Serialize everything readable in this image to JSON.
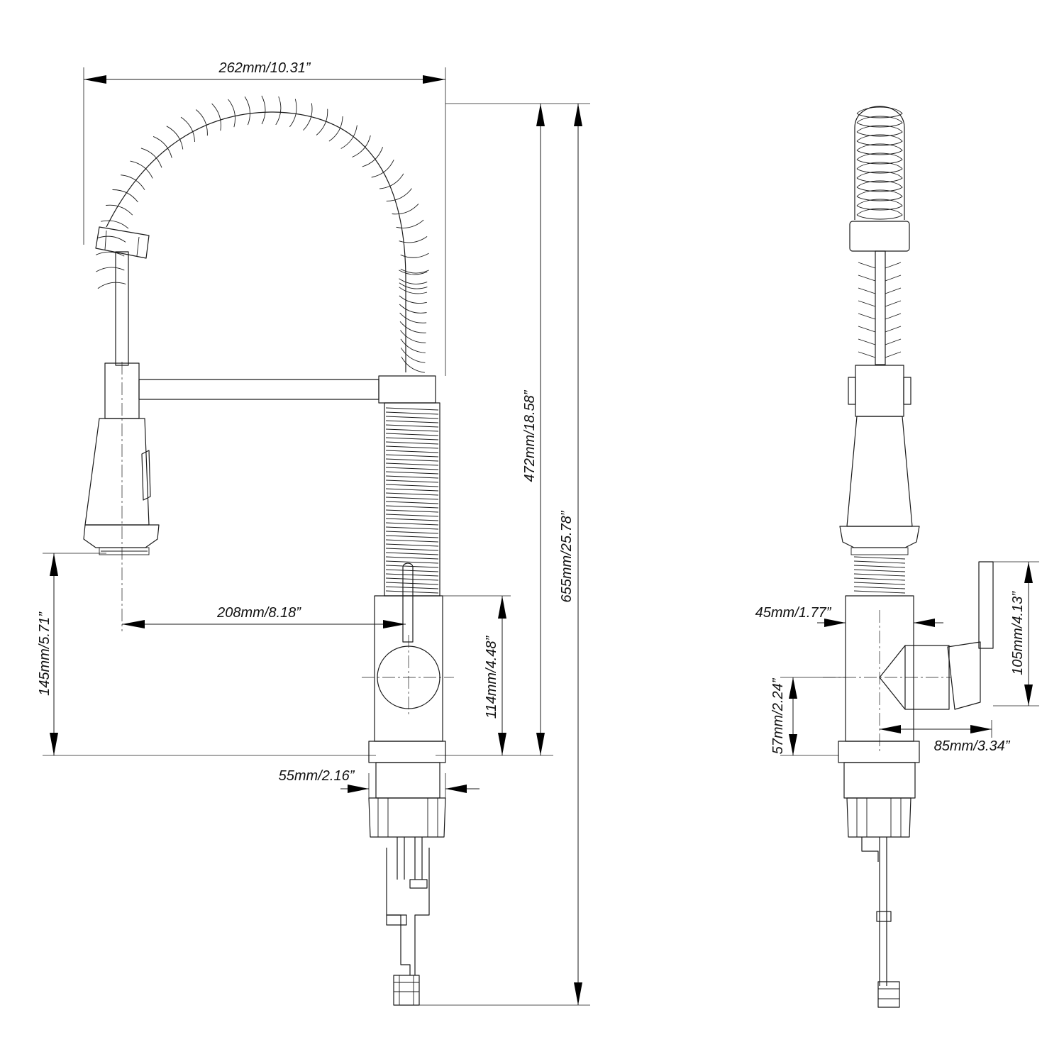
{
  "dimensions": {
    "overall_width": "262mm/10.31”",
    "spout_height": "472mm/18.58”",
    "total_height": "655mm/25.78”",
    "spout_reach": "208mm/8.18”",
    "spray_head_clearance": "145mm/5.71”",
    "body_height": "114mm/4.48”",
    "base_diameter": "55mm/2.16”",
    "body_width": "45mm/1.77”",
    "handle_axis_height": "57mm/2.24”",
    "handle_reach": "85mm/3.34”",
    "handle_height": "105mm/4.13”"
  }
}
